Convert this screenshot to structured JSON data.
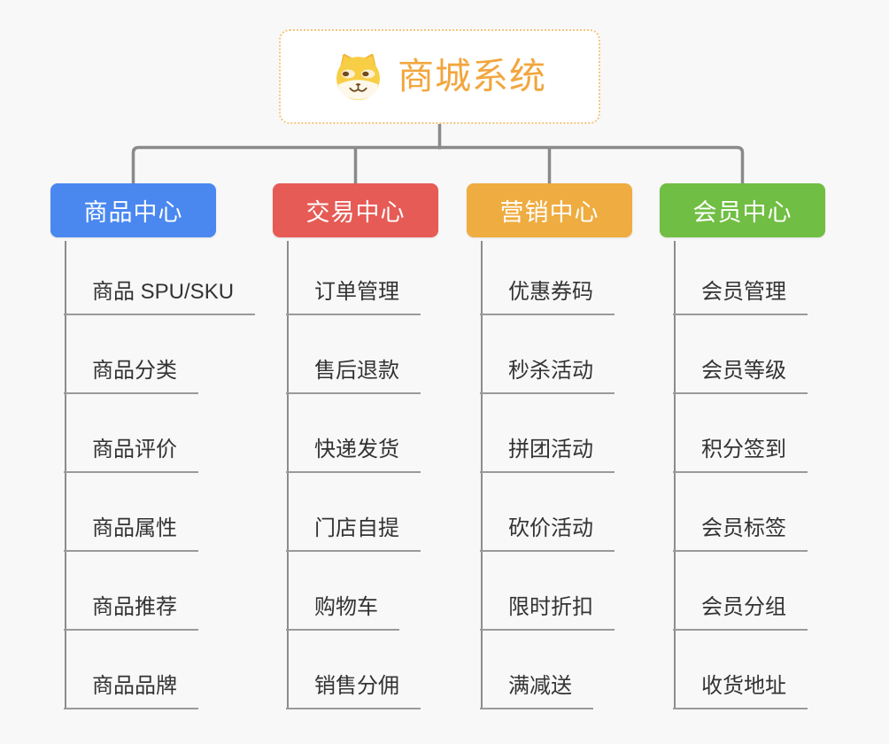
{
  "root": {
    "title": "商城系统",
    "icon": "dog-face-icon",
    "title_color": "#f2a63d",
    "border_color": "#f3c57e"
  },
  "connector_color": "#8a8a8a",
  "branches": [
    {
      "name": "product-center",
      "label": "商品中心",
      "color": "#4a88f0",
      "children": [
        "商品 SPU/SKU",
        "商品分类",
        "商品评价",
        "商品属性",
        "商品推荐",
        "商品品牌"
      ]
    },
    {
      "name": "trade-center",
      "label": "交易中心",
      "color": "#e65b55",
      "children": [
        "订单管理",
        "售后退款",
        "快递发货",
        "门店自提",
        "购物车",
        "销售分佣"
      ]
    },
    {
      "name": "marketing-center",
      "label": "营销中心",
      "color": "#efac40",
      "children": [
        "优惠券码",
        "秒杀活动",
        "拼团活动",
        "砍价活动",
        "限时折扣",
        "满减送"
      ]
    },
    {
      "name": "member-center",
      "label": "会员中心",
      "color": "#70be43",
      "children": [
        "会员管理",
        "会员等级",
        "积分签到",
        "会员标签",
        "会员分组",
        "收货地址"
      ]
    }
  ]
}
